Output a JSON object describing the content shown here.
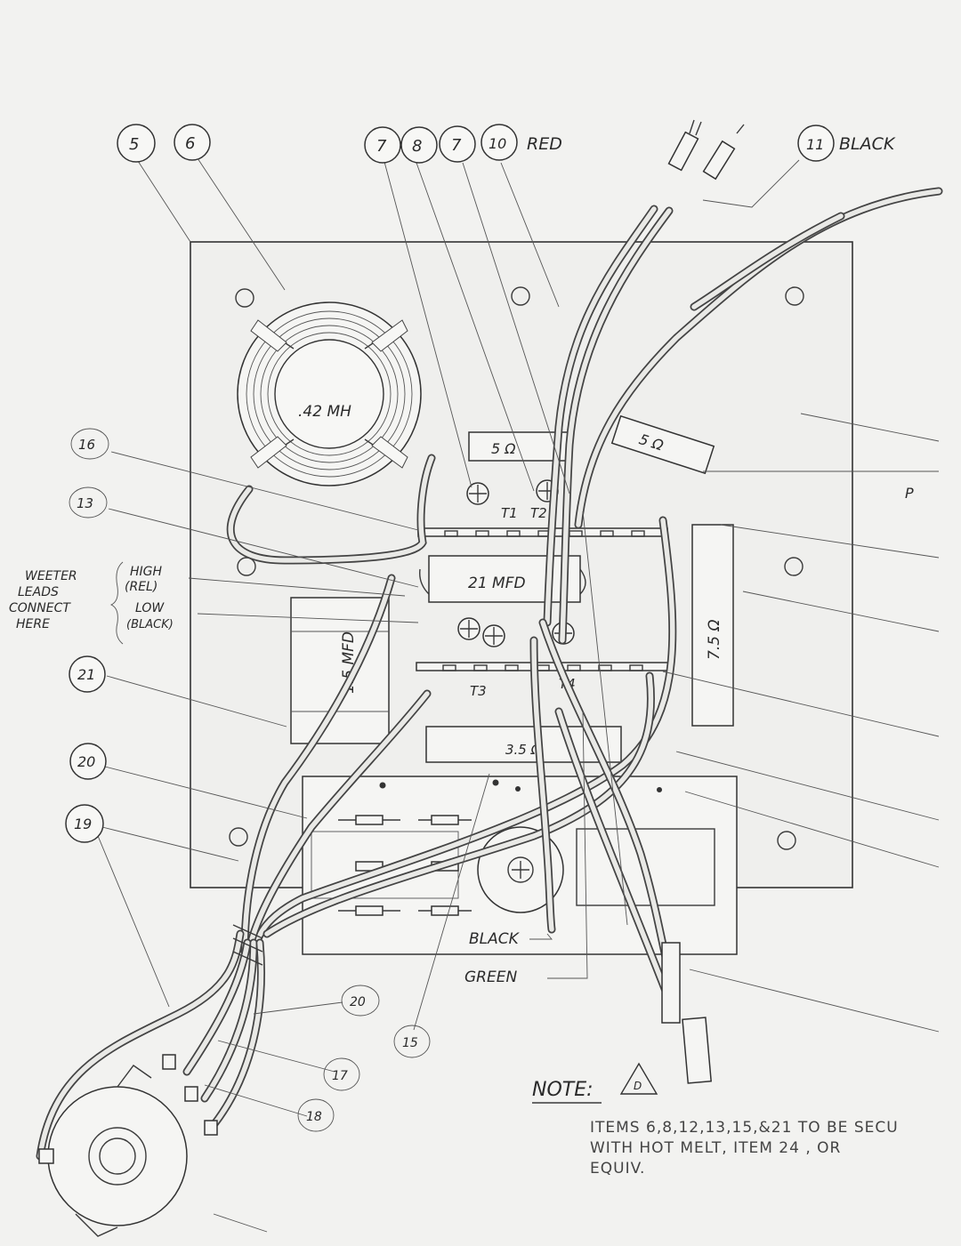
{
  "callouts": {
    "c5": "5",
    "c6": "6",
    "c7a": "7",
    "c8": "8",
    "c7b": "7",
    "c10": "10",
    "c11": "11",
    "c16": "16",
    "c13": "13",
    "c21": "21",
    "c20a": "20",
    "c19": "19",
    "c20b": "20",
    "c15": "15",
    "c17": "17",
    "c18": "18"
  },
  "labels": {
    "red": "RED",
    "black_top": "BLACK",
    "black_bottom": "BLACK",
    "green": "GREEN",
    "inductor": ".42 MH",
    "res_top_left": "5 Ω",
    "res_top_right": "5 Ω",
    "res_vertical": "7.5 Ω",
    "res_bottom": "3.5 Ω",
    "cap_21": "21 MFD",
    "cap_15": "1.5 MFD",
    "t1": "T1",
    "t2": "T2",
    "t3": "T3",
    "t4": "T4",
    "side_p": "P",
    "tweeter_lines": [
      "WEETER",
      "LEADS",
      "CONNECT",
      "HERE"
    ],
    "high": "HIGH",
    "red_paren": "(REL)",
    "low": "LOW",
    "black_paren": "(BLACK)"
  },
  "note": {
    "title": "NOTE:",
    "symbol": "D",
    "lines": [
      "ITEMS 6,8,12,13,15,&21 TO BE SECU",
      "WITH HOT MELT, ITEM 24 ,  OR",
      "EQUIV."
    ]
  },
  "colors": {
    "ink": "#333333",
    "paper": "#f2f2f0"
  }
}
